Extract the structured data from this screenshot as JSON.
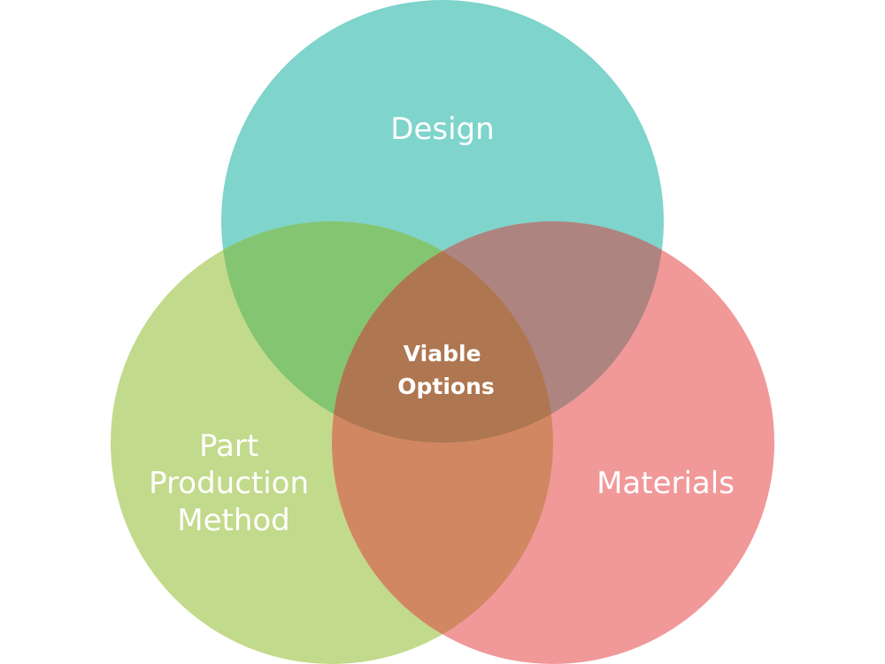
{
  "diagram": {
    "type": "venn-3",
    "sets": [
      {
        "id": "design",
        "label": "Design",
        "color": "#7fd4cc"
      },
      {
        "id": "part-production-method",
        "label_lines": [
          "Part",
          "Production",
          "Method"
        ],
        "color": "#c2da8b"
      },
      {
        "id": "materials",
        "label": "Materials",
        "color": "#f19899"
      }
    ],
    "intersections": {
      "design_and_part_production_method": {
        "color": "#84c572"
      },
      "design_and_materials": {
        "color": "#ae8481"
      },
      "part_production_method_and_materials": {
        "color": "#d18862"
      },
      "all_three": {
        "color": "#ae7751",
        "label_lines": [
          "Viable",
          "Options"
        ]
      }
    },
    "background": "#ffffff"
  }
}
